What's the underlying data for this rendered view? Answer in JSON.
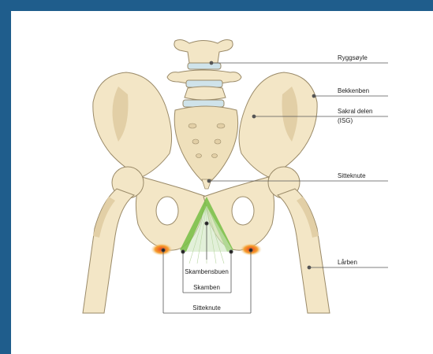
{
  "labels": {
    "spine": "Ryggsøyle",
    "pelvis": "Bekkenben",
    "sacrum_line1": "Sakral delen",
    "sacrum_line2": "(ISG)",
    "sit_bone_right": "Sitteknute",
    "femur": "Lårben",
    "pubic_arch": "Skambensbuen",
    "pubic_bone": "Skamben",
    "sit_bone_bottom": "Sitteknute"
  },
  "colors": {
    "frame": "#1f5d8c",
    "bone": "#f3e6c6",
    "bone_outline": "#9a8a68",
    "bone_shade": "#e2cfa6",
    "disc": "#cfe3ea",
    "pubic_highlight": "#7cc04a",
    "sit_bone_highlight": "#e8401c"
  }
}
